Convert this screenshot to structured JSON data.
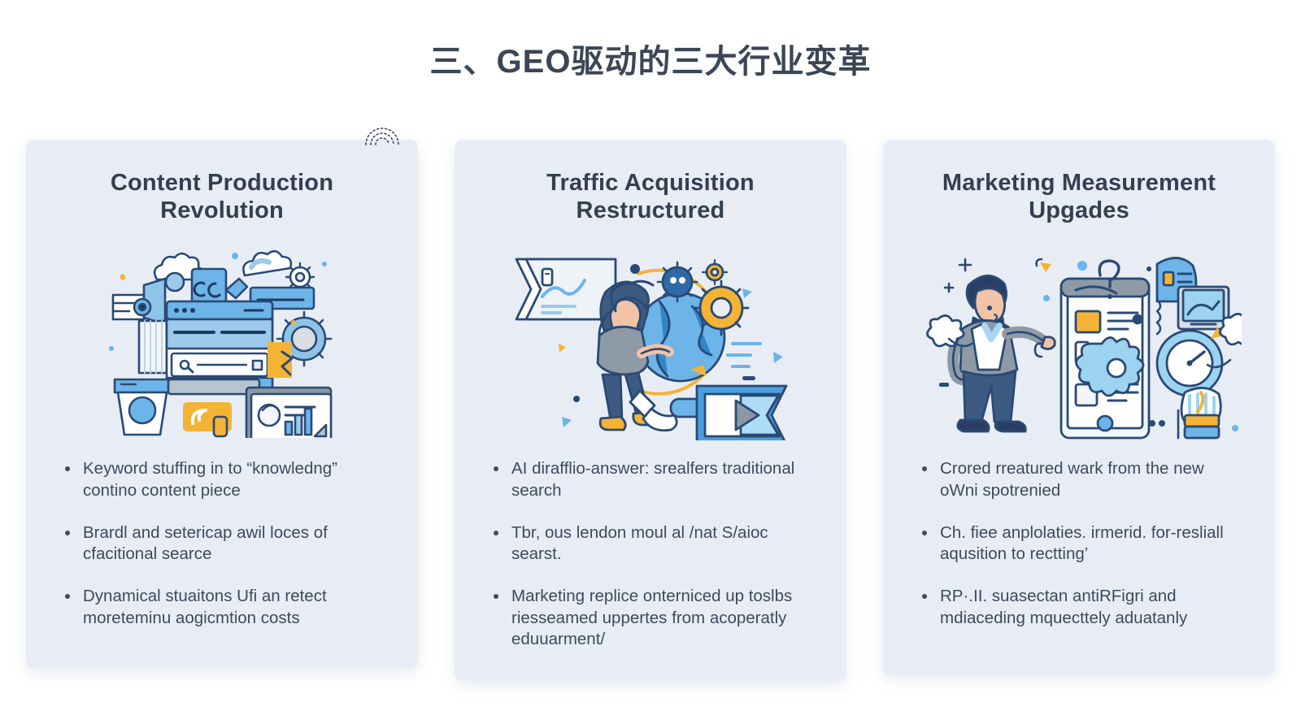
{
  "page": {
    "title": "三、GEO驱动的三大行业变革",
    "background_color": "#ffffff",
    "card_background_color": "#e8edf5",
    "text_color": "#3d4a5c",
    "accent_blue": "#4a9fe0",
    "accent_dark_blue": "#2a4a75",
    "accent_yellow": "#f5b335"
  },
  "cards": [
    {
      "title": "Content Production Revolution",
      "illustration_name": "content-production-illustration",
      "bullets": [
        "Keyword stuffing in to “knowledng” contino content piece",
        "Brardl and setericap awil loces of cfacitional searce",
        "Dynamical stuaitons Ufi an retect moreteminu aogicmtion costs"
      ]
    },
    {
      "title": "Traffic Acquisition Restructured",
      "illustration_name": "traffic-acquisition-illustration",
      "bullets": [
        "AI dirafflio-answer: srealfers traditional search",
        "Tbr, ous lendon moul al /nat S/aioc searst.",
        "Marketing replice onterniced up toslbs riesseamed uppertes from acoperatly eduuarment/"
      ]
    },
    {
      "title": "Marketing Measurement Upgades",
      "illustration_name": "marketing-measurement-illustration",
      "bullets": [
        "Crored rreatured wark from the new oWni spotrenied",
        "Ch. fiee anplolaties. irmerid. for-resliall aqusition to rectting’",
        "RP·.II. suasectan antiRFigri and mdiaceding mquecttely aduatanly"
      ]
    }
  ]
}
